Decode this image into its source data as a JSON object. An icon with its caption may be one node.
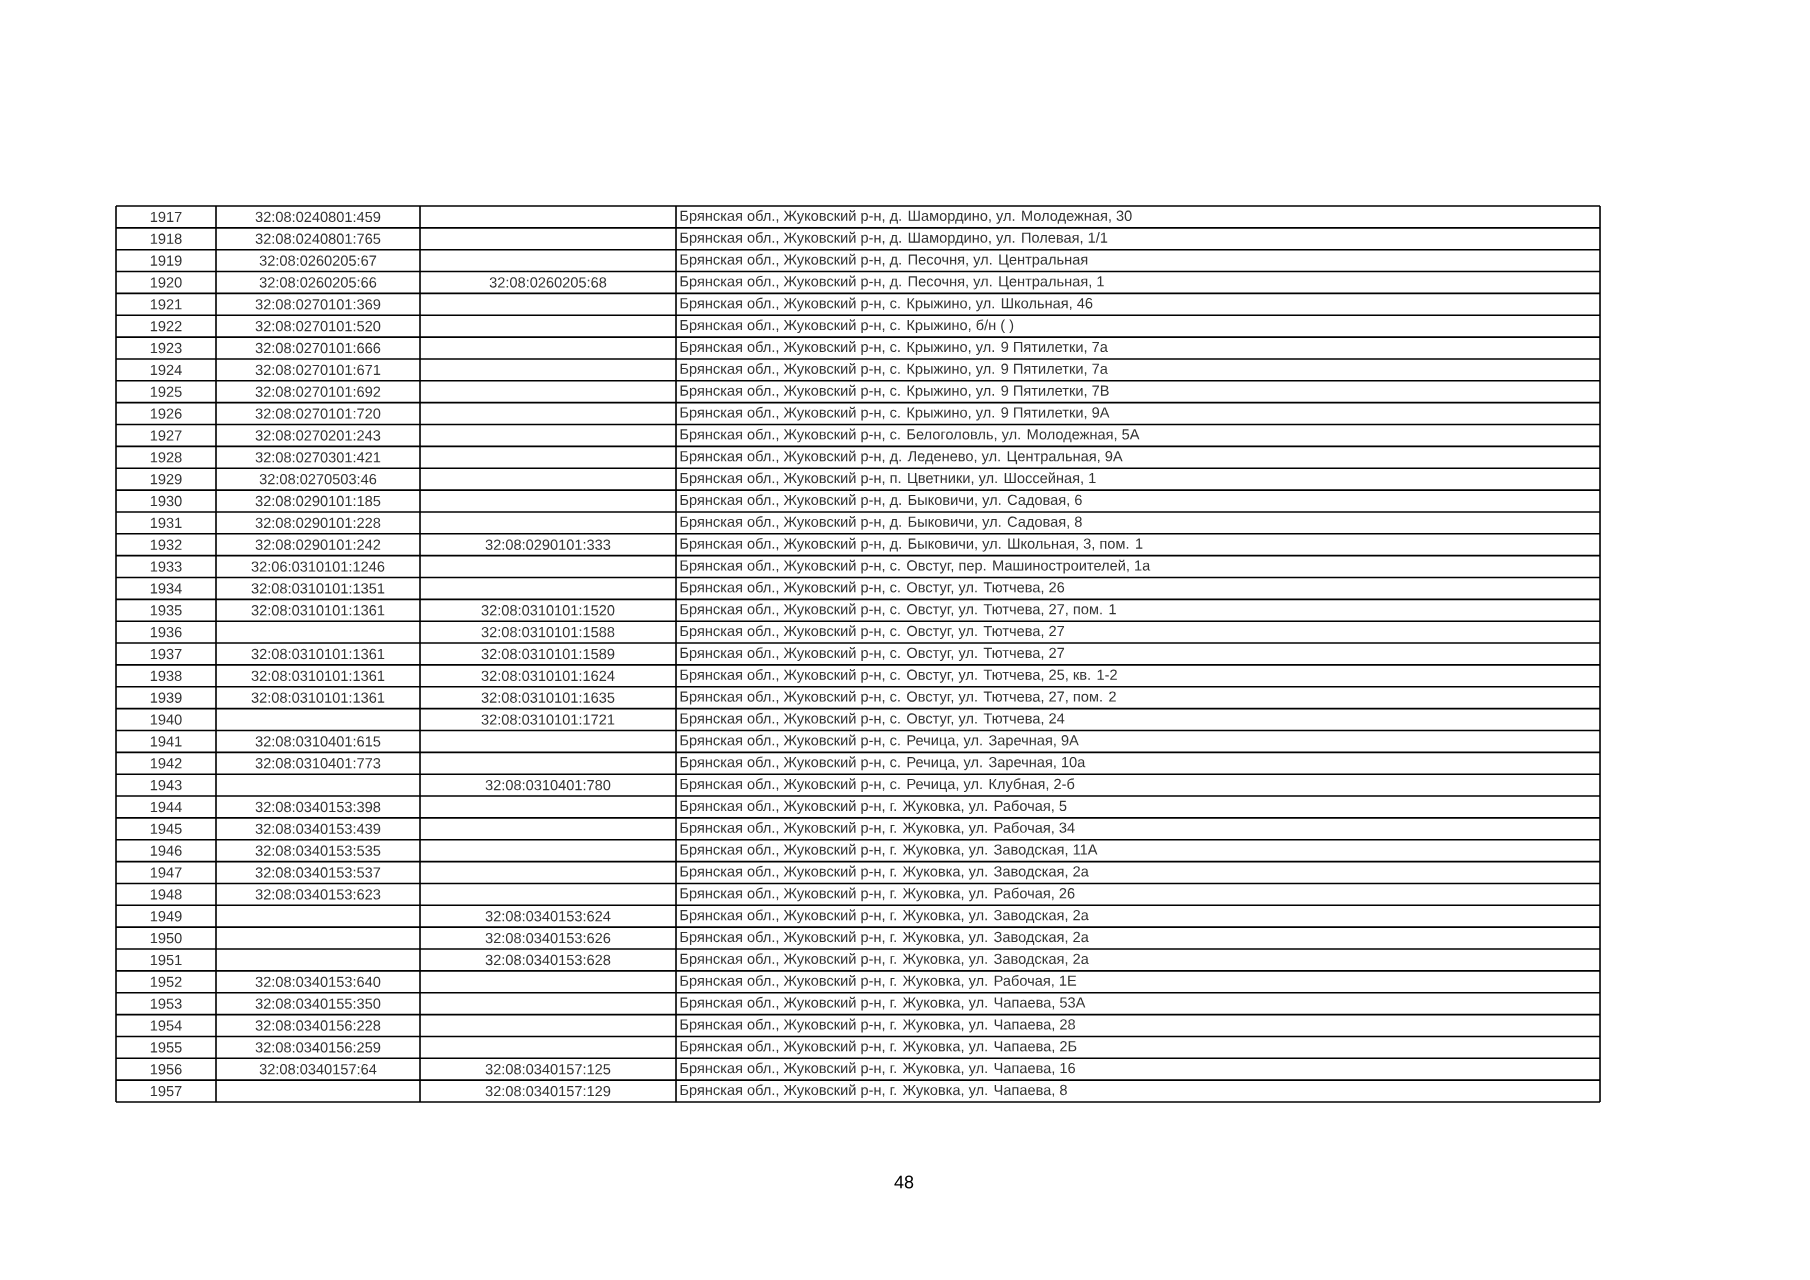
{
  "diagram": {
    "labels": [
      "1917",
      "32:08:0240801:459",
      "Брянская обл., Жуковский р-н, д. Шамордино, ул. Молодежная, 30",
      "1918",
      "32:08:0240801:765",
      "Брянская обл., Жуковский р-н, д. Шамордино, ул. Полевая, 1/1",
      "1919",
      "32:08:0260205:67",
      "Брянская обл., Жуковский р-н, д. Песочня, ул. Центральная",
      "1920",
      "32:08:0260205:66",
      "32:08:0260205:68",
      "Брянская обл., Жуковский р-н, д. Песочня, ул. Центральная, 1",
      "1921",
      "32:08:0270101:369",
      "Брянская обл., Жуковский р-н, с. Крыжино, ул. Школьная, 46",
      "1922",
      "32:08:0270101:520",
      "Брянская обл., Жуковский р-н, с. Крыжино, б/н ( )",
      "1923",
      "32:08:0270101:666",
      "Брянская обл., Жуковский р-н, с. Крыжино, ул. 9 Пятилетки, 7а",
      "1924",
      "32:08:0270101:671",
      "Брянская обл., Жуковский р-н, с. Крыжино, ул. 9 Пятилетки, 7а",
      "1925",
      "32:08:0270101:692",
      "Брянская обл., Жуковский р-н, с. Крыжино, ул. 9 Пятилетки, 7В",
      "1926",
      "32:08:0270101:720",
      "Брянская обл., Жуковский р-н, с. Крыжино, ул. 9 Пятилетки, 9А",
      "1927",
      "32:08:0270201:243",
      "Брянская обл., Жуковский р-н, с. Белоголовль, ул. Молодежная, 5А",
      "1928",
      "32:08:0270301:421",
      "Брянская обл., Жуковский р-н, д. Леденево, ул. Центральная, 9А",
      "1929",
      "32:08:0270503:46",
      "Брянская обл., Жуковский р-н, п. Цветники, ул. Шоссейная, 1",
      "1930",
      "32:08:0290101:185",
      "Брянская обл., Жуковский р-н, д. Быковичи, ул. Садовая, 6",
      "1931",
      "32:08:0290101:228",
      "Брянская обл., Жуковский р-н, д. Быковичи, ул. Садовая, 8",
      "1932",
      "32:08:0290101:242",
      "32:08:0290101:333",
      "Брянская обл., Жуковский р-н, д. Быковичи, ул. Школьная, 3, пом. 1",
      "1933",
      "32:06:0310101:1246",
      "Брянская обл., Жуковский р-н, с. Овстуг, пер. Машиностроителей, 1а",
      "1934",
      "32:08:0310101:1351",
      "Брянская обл., Жуковский р-н, с. Овстуг, ул. Тютчева, 26",
      "1935",
      "32:08:0310101:1361",
      "32:08:0310101:1520",
      "Брянская обл., Жуковский р-н, с. Овстуг, ул. Тютчева, 27, пом. 1",
      "1936",
      "32:08:0310101:1588",
      "Брянская обл., Жуковский р-н, с. Овстуг, ул. Тютчева, 27",
      "1937",
      "32:08:0310101:1361",
      "32:08:0310101:1589",
      "Брянская обл., Жуковский р-н, с. Овстуг, ул. Тютчева, 27",
      "1938",
      "32:08:0310101:1361",
      "32:08:0310101:1624",
      "Брянская обл., Жуковский р-н, с. Овстуг, ул. Тютчева, 25, кв. 1-2",
      "1939",
      "32:08:0310101:1361",
      "32:08:0310101:1635",
      "Брянская обл., Жуковский р-н, с. Овстуг, ул. Тютчева, 27, пом. 2",
      "1940",
      "32:08:0310101:1721",
      "Брянская обл., Жуковский р-н, с. Овстуг, ул. Тютчева, 24",
      "1941",
      "32:08:0310401:615",
      "Брянская обл., Жуковский р-н, с. Речица, ул. Заречная, 9А",
      "1942",
      "32:08:0310401:773",
      "Брянская обл., Жуковский р-н, с. Речица, ул. Заречная, 10а",
      "1943",
      "32:08:0310401:780",
      "Брянская обл., Жуковский р-н, с. Речица, ул. Клубная, 2-б",
      "1944",
      "32:08:0340153:398",
      "Брянская обл., Жуковский р-н, г. Жуковка, ул. Рабочая, 5",
      "1945",
      "32:08:0340153:439",
      "Брянская обл., Жуковский р-н, г. Жуковка, ул. Рабочая, 34",
      "1946",
      "32:08:0340153:535",
      "Брянская обл., Жуковский р-н, г. Жуковка, ул. Заводская, 11А",
      "1947",
      "32:08:0340153:537",
      "Брянская обл., Жуковский р-н, г. Жуковка, ул. Заводская, 2а",
      "1948",
      "32:08:0340153:623",
      "Брянская обл., Жуковский р-н, г. Жуковка, ул. Рабочая, 26",
      "1949",
      "32:08:0340153:624",
      "Брянская обл., Жуковский р-н, г. Жуковка, ул. Заводская, 2а",
      "1950",
      "32:08:0340153:626",
      "Брянская обл., Жуковский р-н, г. Жуковка, ул. Заводская, 2а",
      "1951",
      "32:08:0340153:628",
      "Брянская обл., Жуковский р-н, г. Жуковка, ул. Заводская, 2а",
      "1952",
      "32:08:0340153:640",
      "Брянская обл., Жуковский р-н, г. Жуковка, ул. Рабочая, 1Е",
      "1953",
      "32:08:0340155:350",
      "Брянская обл., Жуковский р-н, г. Жуковка, ул. Чапаева, 53А",
      "1954",
      "32:08:0340156:228",
      "Брянская обл., Жуковский р-н, г. Жуковка, ул. Чапаева, 28",
      "1955",
      "32:08:0340156:259",
      "Брянская обл., Жуковский р-н, г. Жуковка, ул. Чапаева, 2Б",
      "1956",
      "32:08:0340157:64",
      "32:08:0340157:125",
      "Брянская обл., Жуковский р-н, г. Жуковка, ул. Чапаева, 16",
      "1957",
      "32:08:0340157:129",
      "Брянская обл., Жуковский р-н, г. Жуковка, ул. Чапаева, 8",
      "48"
    ]
  }
}
